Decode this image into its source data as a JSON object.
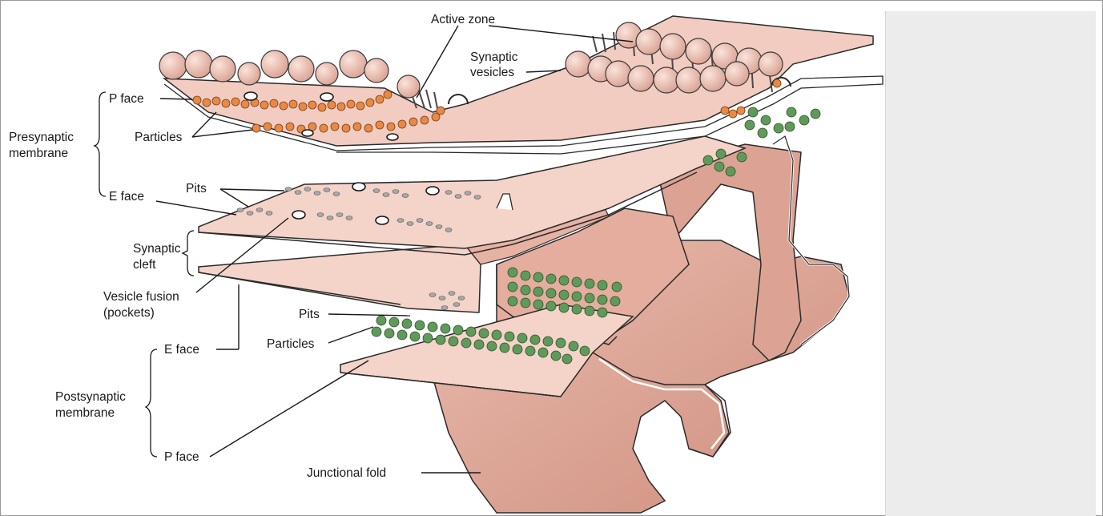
{
  "labels": {
    "active_zone": "Active zone",
    "synaptic_vesicles_1": "Synaptic",
    "synaptic_vesicles_2": "vesicles",
    "pre_p_face": "P face",
    "presynaptic_1": "Presynaptic",
    "presynaptic_2": "membrane",
    "particles_top": "Particles",
    "pre_e_face": "E face",
    "pits_top": "Pits",
    "synaptic_cleft_1": "Synaptic",
    "synaptic_cleft_2": "cleft",
    "vesicle_fusion_1": "Vesicle fusion",
    "vesicle_fusion_2": "(pockets)",
    "pits_bottom": "Pits",
    "particles_bottom": "Particles",
    "post_e_face": "E face",
    "postsynaptic_1": "Postsynaptic",
    "postsynaptic_2": "membrane",
    "post_p_face": "P face",
    "junctional_fold": "Junctional fold"
  },
  "colors": {
    "membrane_light": "#f4d3c8",
    "membrane_mid": "#e6b2a3",
    "membrane_dark": "#cf8e7e",
    "vesicle": "#f0c7b9",
    "particle_orange": "#e88a45",
    "particle_green": "#5f9a5a",
    "pit": "#9a9a9a",
    "sidebar": "#ececec"
  }
}
